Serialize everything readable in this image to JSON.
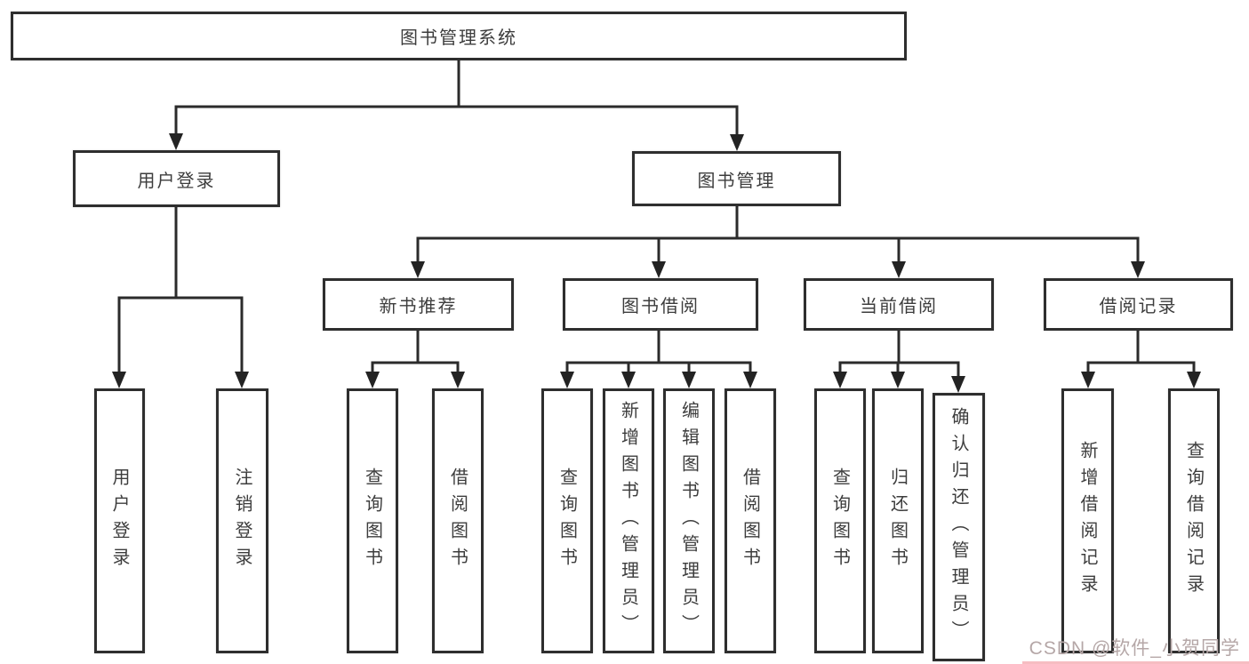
{
  "tree": {
    "label": "图书管理系统",
    "children": [
      {
        "label": "用户登录",
        "children": [
          {
            "label": "用户登录"
          },
          {
            "label": "注销登录"
          }
        ]
      },
      {
        "label": "图书管理",
        "children": [
          {
            "label": "新书推荐",
            "children": [
              {
                "label": "查询图书"
              },
              {
                "label": "借阅图书"
              }
            ]
          },
          {
            "label": "图书借阅",
            "children": [
              {
                "label": "查询图书"
              },
              {
                "label": "新增图书（管理员）"
              },
              {
                "label": "编辑图书（管理员）"
              },
              {
                "label": "借阅图书"
              }
            ]
          },
          {
            "label": "当前借阅",
            "children": [
              {
                "label": "查询图书"
              },
              {
                "label": "归还图书"
              },
              {
                "label": "确认归还（管理员）"
              }
            ]
          },
          {
            "label": "借阅记录",
            "children": [
              {
                "label": "新增借阅记录"
              },
              {
                "label": "查询借阅记录"
              }
            ]
          }
        ]
      }
    ]
  },
  "watermark": {
    "text": "CSDN @软件_小贺同学"
  },
  "colors": {
    "line": "#2b2b2b",
    "box_border": "#2e2e2e",
    "text": "#3d3d3d",
    "watermark_text": "#b5a7a7",
    "watermark_strip": "#f6bdc2"
  }
}
